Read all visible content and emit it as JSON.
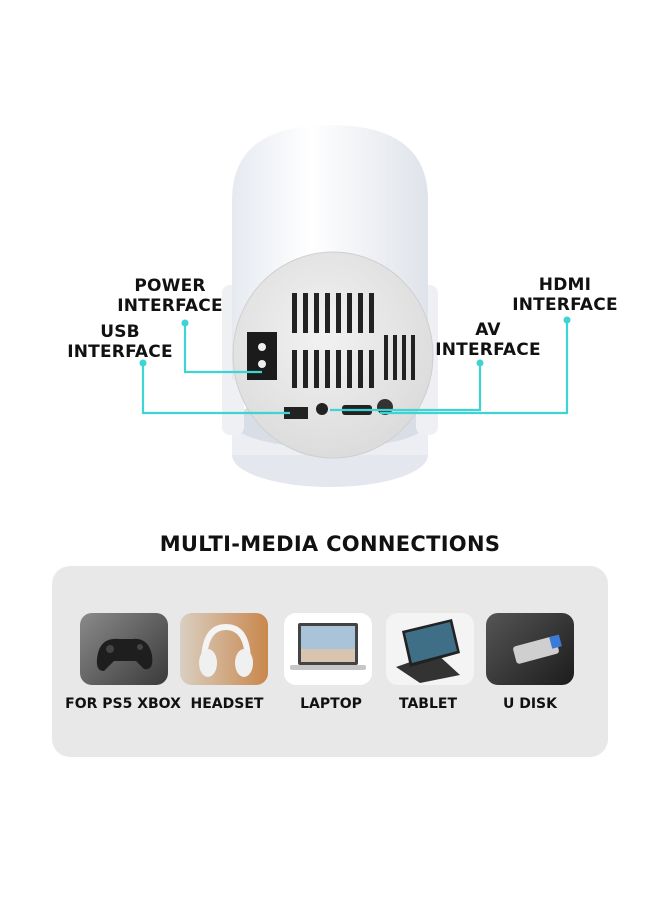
{
  "callouts": {
    "power": [
      "POWER",
      "INTERFACE"
    ],
    "usb": [
      "USB",
      "INTERFACE"
    ],
    "av": [
      "AV",
      "INTERFACE"
    ],
    "hdmi": [
      "HDMI",
      "INTERFACE"
    ]
  },
  "accent_color": "#3fd4d4",
  "section_title": "MULTI-MEDIA CONNECTIONS",
  "devices": [
    {
      "label": "FOR PS5 XBOX",
      "icon": "gamepad-icon"
    },
    {
      "label": "HEADSET",
      "icon": "headphones-icon"
    },
    {
      "label": "LAPTOP",
      "icon": "laptop-icon"
    },
    {
      "label": "TABLET",
      "icon": "tablet-icon"
    },
    {
      "label": "U DISK",
      "icon": "usb-drive-icon"
    }
  ]
}
